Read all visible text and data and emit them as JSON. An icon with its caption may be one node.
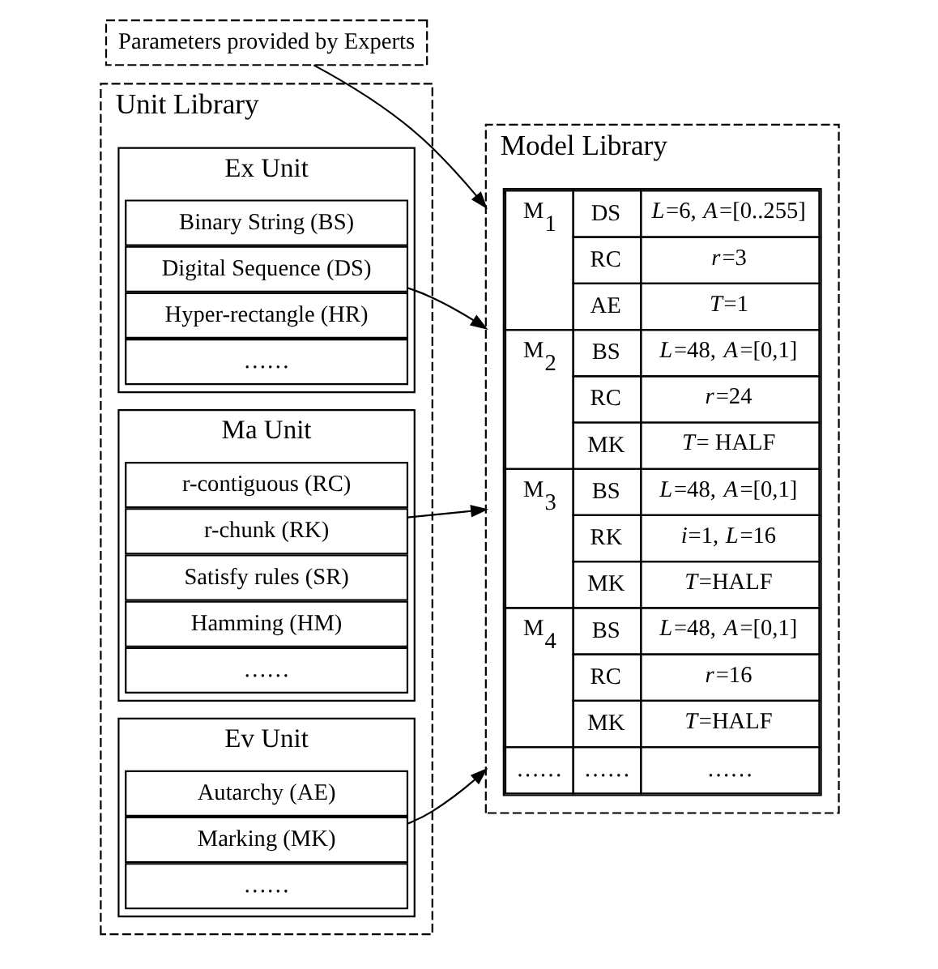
{
  "diagram": {
    "nodes": [
      {
        "text": [
          "Parameters provided by Experts"
        ]
      },
      {
        "text": [
          "Unit Library"
        ]
      },
      {
        "text": [
          "Ex Unit"
        ],
        "in": 1
      },
      {
        "text": [
          "Binary String (BS)"
        ],
        "in": 2
      },
      {
        "text": [
          "Digital Sequence (DS)"
        ],
        "in": 2
      },
      {
        "text": [
          "Hyper-rectangle (HR)"
        ],
        "in": 2
      },
      {
        "text": [
          "……"
        ],
        "in": 2
      },
      {
        "text": [
          "Ma Unit"
        ],
        "in": 1
      },
      {
        "text": [
          "r-contiguous (RC)"
        ],
        "in": 7
      },
      {
        "text": [
          "r-chunk (RK)"
        ],
        "in": 7
      },
      {
        "text": [
          "Satisfy rules (SR)"
        ],
        "in": 7
      },
      {
        "text": [
          "Hamming (HM)"
        ],
        "in": 7
      },
      {
        "text": [
          "……"
        ],
        "in": 7
      },
      {
        "text": [
          "Ev Unit"
        ],
        "in": 1
      },
      {
        "text": [
          "Autarchy (AE)"
        ],
        "in": 13
      },
      {
        "text": [
          "Marking (MK)"
        ],
        "in": 13
      },
      {
        "text": [
          "……"
        ],
        "in": 13
      },
      {
        "text": [
          "Model Library"
        ]
      }
    ],
    "edges": [
      {
        "from": 0,
        "to": 17,
        "arrow": "to"
      },
      {
        "from": 4,
        "to": 17,
        "arrow": "to"
      },
      {
        "from": 9,
        "to": 17,
        "arrow": "to"
      },
      {
        "from": 15,
        "to": 17,
        "arrow": "to"
      }
    ],
    "labels": [
      "M$_{1}$",
      "DS",
      "*L*=6, *A*=[0..255]",
      "RC",
      "*r*=3",
      "AE",
      "*T*=1",
      "M$_{2}$",
      "BS",
      "*L*=48, *A*=[0,1]",
      "RC",
      "*r*=24",
      "MK",
      "*T*= HALF",
      "M$_{3}$",
      "BS",
      "*L*=48, *A*=[0,1]",
      "RK",
      "*i*=1, *L*=16",
      "MK",
      "*T*=HALF",
      "M$_{4}$",
      "BS",
      "*L*=48, *A*=[0,1]",
      "RC",
      "*r*=16",
      "MK",
      "*T*=HALF",
      "……",
      "……",
      "……"
    ]
  }
}
